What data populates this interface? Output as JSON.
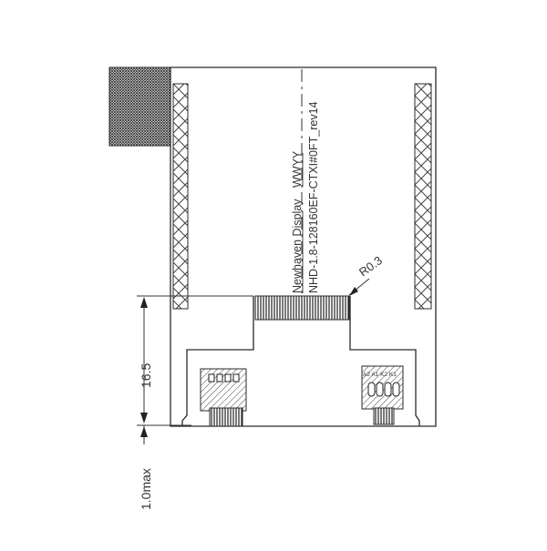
{
  "drawing": {
    "vertical_text_line1": "Newhaven Display",
    "vertical_text_wwyy": "WWYY",
    "vertical_text_line2": "NHD-1.8-128160EF-CTXI#0FT_rev14",
    "radius_label": "R0.3",
    "dimension_height": "16.5",
    "dimension_thickness": "1.0max",
    "pad_labels_right": "A2 A1 K2 K1"
  },
  "colors": {
    "line": "#2a2a2a",
    "hatch": "#555555",
    "fill_dark": "#3a3a3a",
    "text": "#333333"
  }
}
